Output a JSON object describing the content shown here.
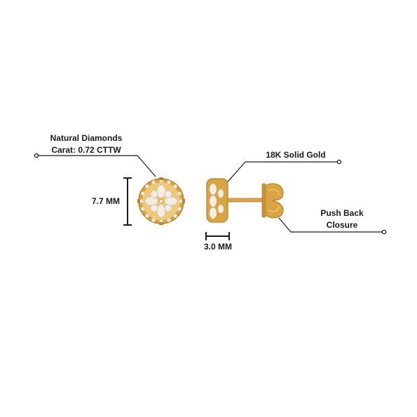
{
  "annotations": {
    "diamonds_line1": "Natural Diamonds",
    "diamonds_line2": "Carat: 0.72 CTTW",
    "gold": "18K Solid Gold",
    "closure_line1": "Push Back",
    "closure_line2": "Closure",
    "height": "7.7 MM",
    "depth": "3.0 MM"
  },
  "colors": {
    "line": "#1a1a1a",
    "gold": "#d9a441",
    "gold_dark": "#b98327",
    "gold_light": "#f0c976",
    "diamond": "#f3ede4",
    "diamond_shadow": "#cfc6b8"
  }
}
